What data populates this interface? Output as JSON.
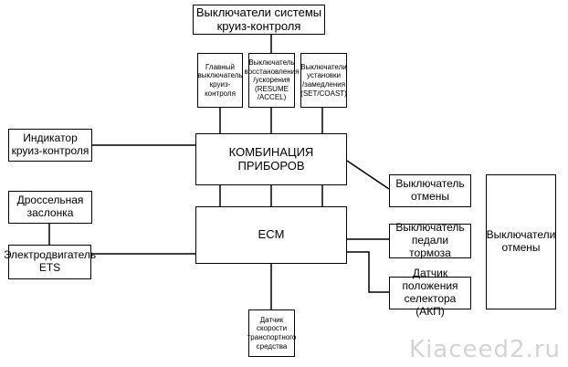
{
  "boxes": {
    "switches_system": "Выключатели системы\nкруиз-контроля",
    "main_switch": "Главный\nвыключатель\nкруиз-\nконтроля",
    "resume_switch": "Выключатель\nвосстановления\n/ускорения\n(RESUME\n/ACCEL)",
    "set_switch": "Выключатели\nустановки\n/замедления\n(SET/COAST)",
    "indicator": "Индикатор\nкруиз-контроля",
    "combination_meter": "КОМБИНАЦИЯ ПРИБОРОВ",
    "cancel_switch": "Выключатель\nотмены",
    "throttle": "Дроссельная\nзаслонка",
    "ecm": "ECM",
    "brake_switch": "Выключатель\nпедали тормоза",
    "ets_motor": "Электродвигатель\nETS",
    "selector_sensor": "Датчик положения\nселектора (АКП)",
    "speed_sensor": "Датчик\nскорости\nтранспортного\nсредства",
    "cancel_switches_right": "Выключатели\nотмены"
  },
  "watermark": "Kiaceed2.ru"
}
